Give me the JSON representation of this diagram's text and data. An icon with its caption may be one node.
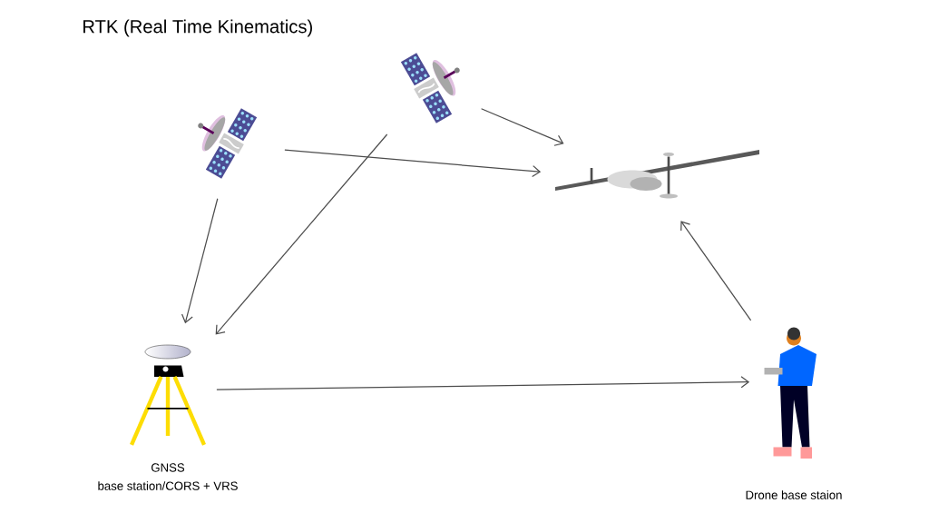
{
  "diagram": {
    "title": "RTK (Real Time Kinematics)",
    "nodes": [
      {
        "text": [],
        "shape": "picture"
      },
      {
        "text": [],
        "shape": "picture"
      },
      {
        "text": [],
        "shape": "picture"
      },
      {
        "text": [],
        "shape": "picture",
        "beside": [
          "GNSS",
          "base station/CORS + VRS"
        ]
      },
      {
        "text": [],
        "shape": "person",
        "beside": [
          "Drone base staion"
        ]
      }
    ],
    "edges": [
      {
        "from": 0,
        "to": 3,
        "arrow": "to"
      },
      {
        "from": 1,
        "to": 3,
        "arrow": "to"
      },
      {
        "from": 0,
        "to": 2,
        "arrow": "to"
      },
      {
        "from": 1,
        "to": 2,
        "arrow": "to"
      },
      {
        "from": 3,
        "to": 4,
        "arrow": "to"
      },
      {
        "from": 4,
        "to": 2,
        "arrow": "to"
      }
    ]
  }
}
